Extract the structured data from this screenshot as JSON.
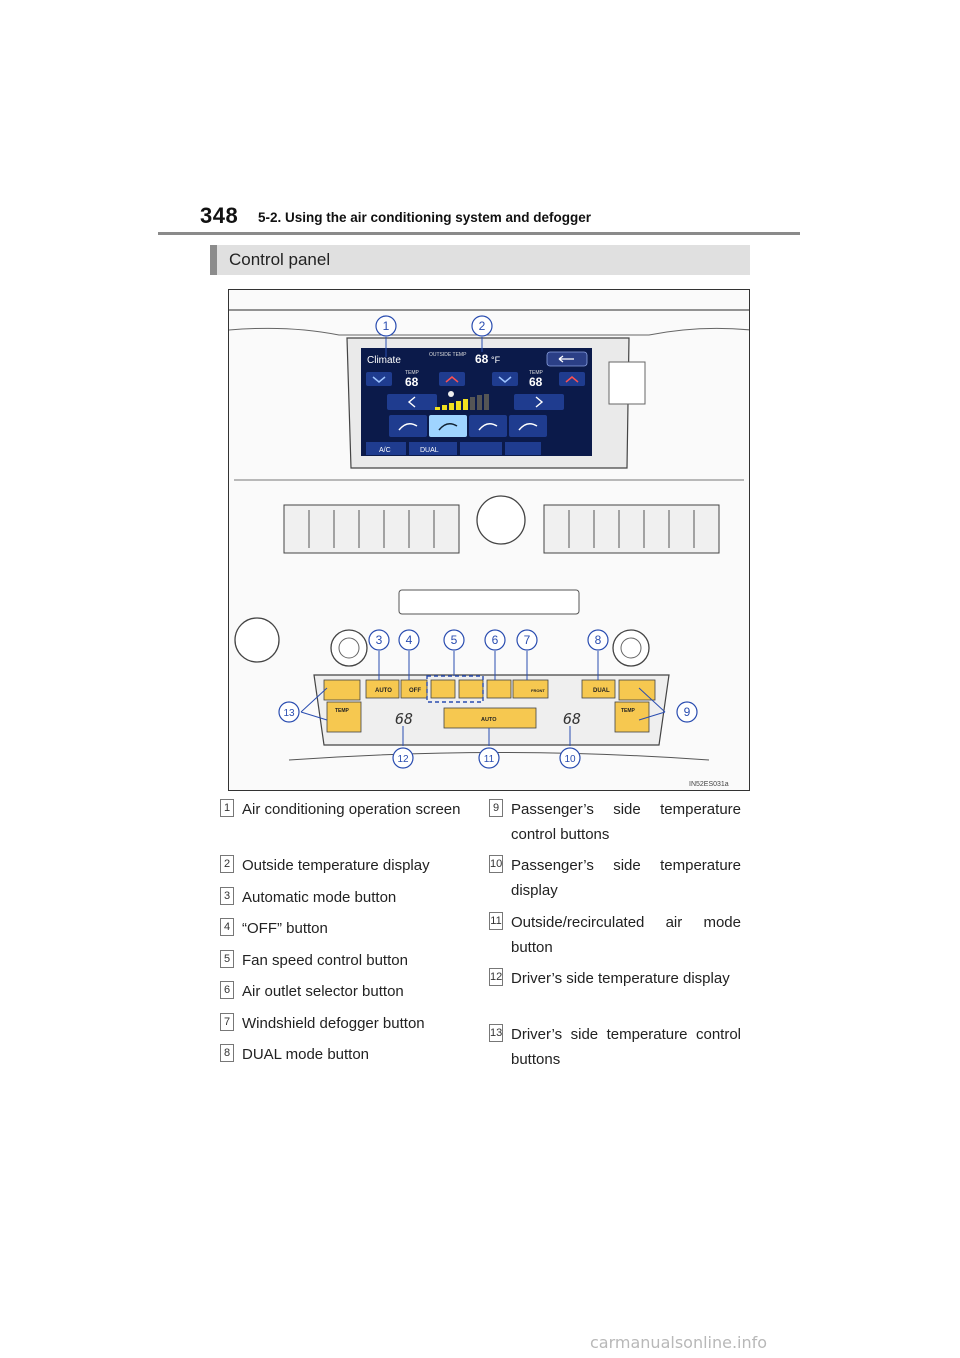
{
  "header": {
    "page_number": "348",
    "section": "5-2. Using the air conditioning system and defogger"
  },
  "heading": "Control panel",
  "figure": {
    "code": "IN52ES031a",
    "screen": {
      "title": "Climate",
      "outside_label": "OUTSIDE TEMP",
      "outside_temp": "68",
      "outside_unit": "°F",
      "temp_label": "TEMP",
      "left_temp": "68",
      "right_temp": "68",
      "ac_label": "A/C",
      "dual_label": "DUAL"
    },
    "panel": {
      "auto_label": "AUTO",
      "off_label": "OFF",
      "front_label": "FRONT",
      "dual_label": "DUAL",
      "temp_label": "TEMP",
      "driver_display": "68",
      "passenger_display": "68",
      "center_auto_label": "AUTO"
    },
    "callouts": [
      "1",
      "2",
      "3",
      "4",
      "5",
      "6",
      "7",
      "8",
      "9",
      "10",
      "11",
      "12",
      "13"
    ]
  },
  "legend_left": [
    {
      "num": "1",
      "text": "Air conditioning operation screen"
    },
    {
      "num": "2",
      "text": "Outside temperature display"
    },
    {
      "num": "3",
      "text": "Automatic mode button"
    },
    {
      "num": "4",
      "text": "“OFF” button"
    },
    {
      "num": "5",
      "text": "Fan speed control button"
    },
    {
      "num": "6",
      "text": "Air outlet selector button"
    },
    {
      "num": "7",
      "text": "Windshield defogger button"
    },
    {
      "num": "8",
      "text": "DUAL mode button"
    }
  ],
  "legend_right": [
    {
      "num": "9",
      "text": "Passenger’s side temperature control buttons"
    },
    {
      "num": "10",
      "text": "Passenger’s side temperature display"
    },
    {
      "num": "11",
      "text": "Outside/recirculated air mode button"
    },
    {
      "num": "12",
      "text": "Driver’s side temperature display"
    },
    {
      "num": "13",
      "text": "Driver’s side temperature control buttons"
    }
  ],
  "watermark": "carmanualsonline.info"
}
